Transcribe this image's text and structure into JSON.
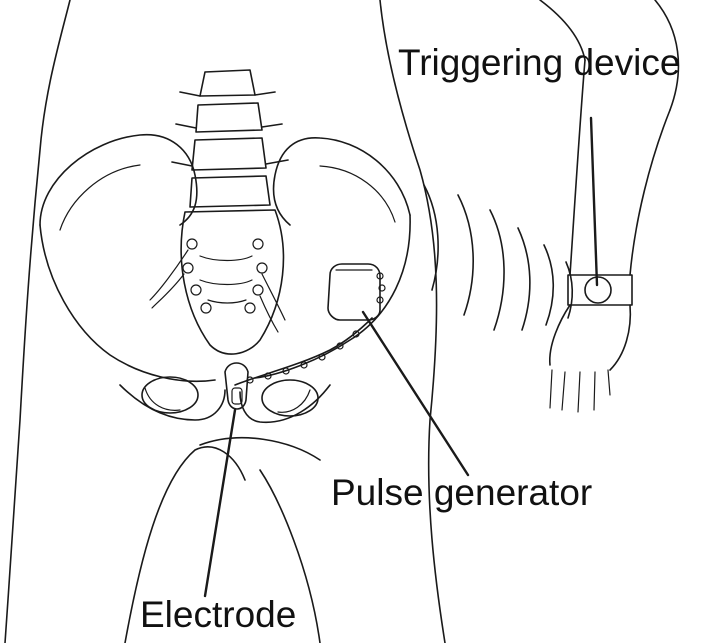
{
  "labels": {
    "triggering_device": "Triggering device",
    "pulse_generator": "Pulse generator",
    "electrode": "Electrode"
  },
  "colors": {
    "line": "#1a1a1a",
    "background": "#ffffff"
  }
}
